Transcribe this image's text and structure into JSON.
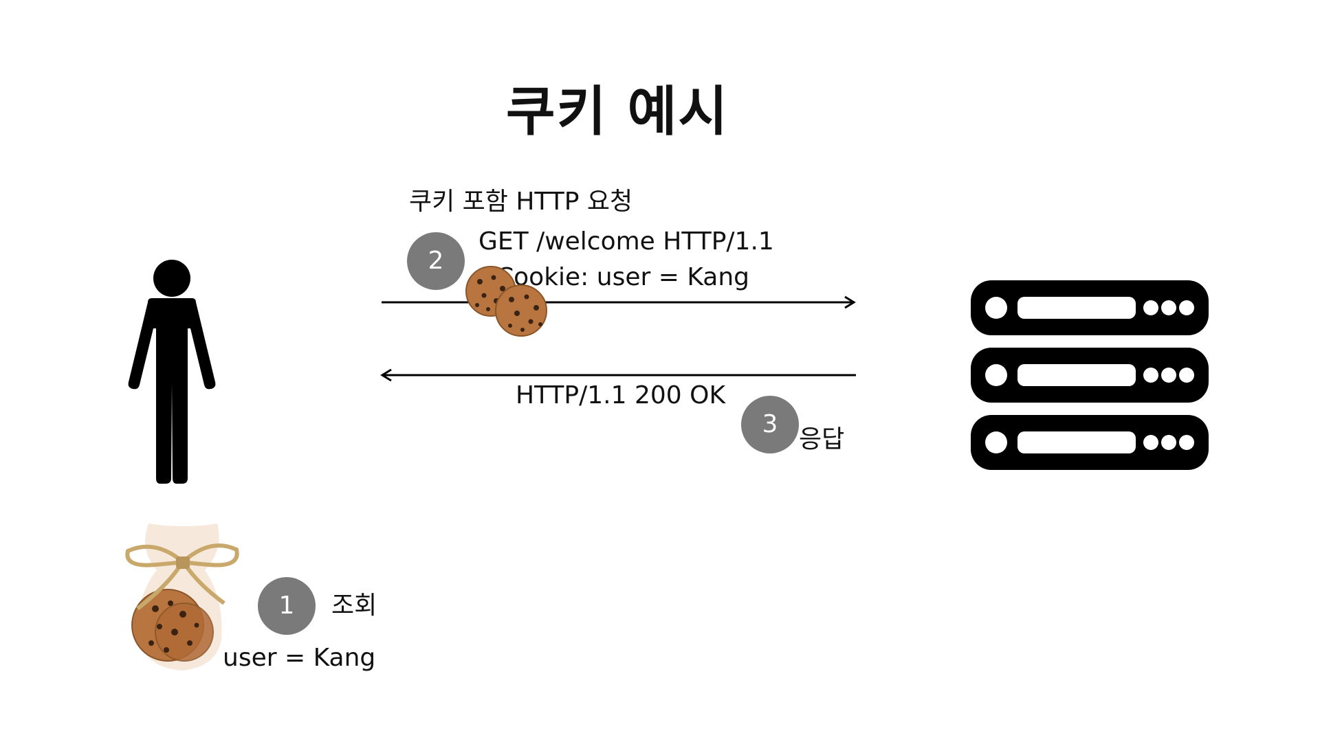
{
  "title": "쿠키 예시",
  "request": {
    "caption": "쿠키 포함 HTTP 요청",
    "line1": "GET /welcome HTTP/1.1",
    "line2": "Cookie: user = Kang",
    "step": "2"
  },
  "response": {
    "line1": "HTTP/1.1 200 OK",
    "caption": "응답",
    "step": "3"
  },
  "lookup": {
    "step": "1",
    "caption": "조회",
    "value": "user = Kang"
  },
  "icons": {
    "client": "person-icon",
    "server": "server-stack-icon",
    "cookie_jar": "cookie-bag-icon",
    "cookie": "cookie-icon"
  },
  "colors": {
    "badge": "#7a7a7a",
    "cookie": "#b8753f",
    "cookie_chip": "#3b2314",
    "ribbon": "#c9a96b",
    "bag": "#f7e8dc"
  }
}
